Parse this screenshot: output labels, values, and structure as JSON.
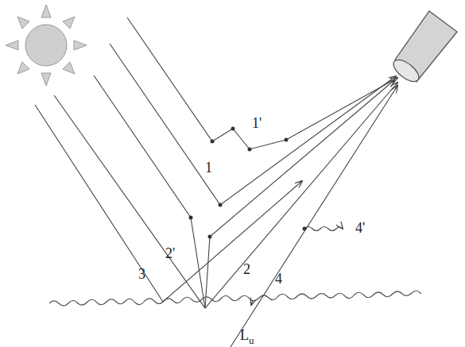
{
  "diagram": {
    "labels": [
      "1'",
      "1",
      "2'",
      "3",
      "2",
      "4",
      "4'",
      "L",
      "u"
    ]
  }
}
